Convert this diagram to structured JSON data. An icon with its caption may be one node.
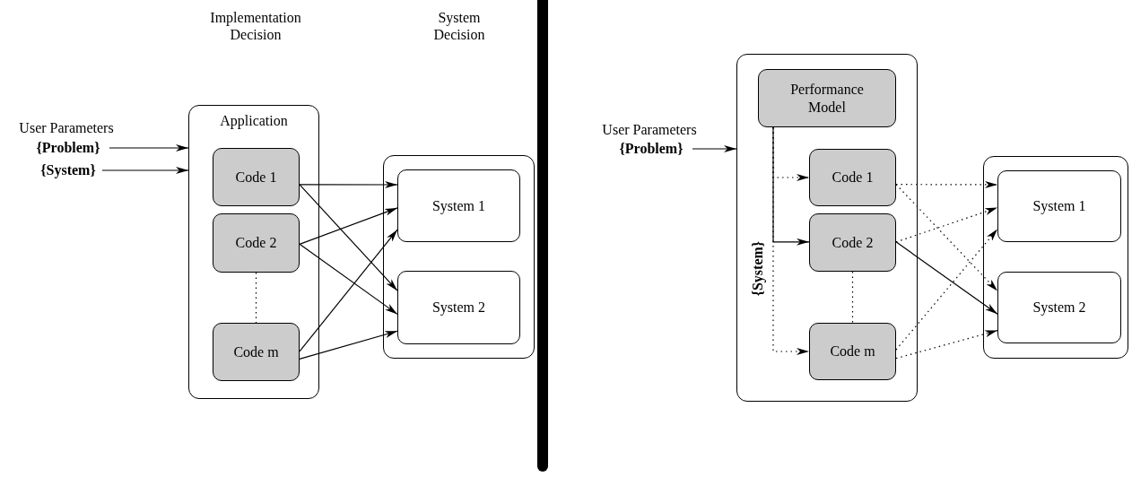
{
  "diagram": {
    "nodes": [
      {
        "text": [
          "{Problem}"
        ]
      },
      {
        "text": [
          "{System}"
        ]
      },
      {
        "text": [
          "Application"
        ]
      },
      {
        "text": [
          "Code 1"
        ],
        "in": 2
      },
      {
        "text": [
          "Code 2"
        ],
        "in": 2
      },
      {
        "text": [
          "Code m"
        ],
        "in": 2
      },
      {
        "text": [],
        "shape": "box"
      },
      {
        "text": [
          "System 1"
        ],
        "in": 6
      },
      {
        "text": [
          "System 2"
        ],
        "in": 6
      },
      {
        "text": [
          "{Problem}"
        ]
      },
      {
        "text": [],
        "shape": "box"
      },
      {
        "text": [
          "Performance Model"
        ],
        "in": 10
      },
      {
        "text": [
          "Code 1"
        ],
        "in": 10
      },
      {
        "text": [
          "Code 2"
        ],
        "in": 10
      },
      {
        "text": [
          "Code m"
        ],
        "in": 10
      },
      {
        "text": [],
        "shape": "box"
      },
      {
        "text": [
          "System 1"
        ],
        "in": 15
      },
      {
        "text": [
          "System 2"
        ],
        "in": 15
      }
    ],
    "edges": [
      {
        "from": 0,
        "to": 2,
        "arrow": "to"
      },
      {
        "from": 1,
        "to": 2,
        "arrow": "to"
      },
      {
        "from": 3,
        "to": 7,
        "arrow": "to"
      },
      {
        "from": 3,
        "to": 8,
        "arrow": "to"
      },
      {
        "from": 4,
        "to": 7,
        "arrow": "to"
      },
      {
        "from": 4,
        "to": 8,
        "arrow": "to"
      },
      {
        "from": 5,
        "to": 7,
        "arrow": "to"
      },
      {
        "from": 5,
        "to": 8,
        "arrow": "to"
      },
      {
        "from": 4,
        "to": 5,
        "arrow": "none",
        "style": "dashed"
      },
      {
        "from": 9,
        "to": 10,
        "arrow": "to"
      },
      {
        "from": 11,
        "to": 12,
        "arrow": "to",
        "style": "dashed"
      },
      {
        "from": 11,
        "to": 13,
        "arrow": "to"
      },
      {
        "from": 11,
        "to": 14,
        "arrow": "to",
        "style": "dashed"
      },
      {
        "from": 12,
        "to": 16,
        "arrow": "to",
        "style": "dashed"
      },
      {
        "from": 12,
        "to": 17,
        "arrow": "to",
        "style": "dashed"
      },
      {
        "from": 13,
        "to": 16,
        "arrow": "to",
        "style": "dashed"
      },
      {
        "from": 13,
        "to": 17,
        "arrow": "to"
      },
      {
        "from": 14,
        "to": 16,
        "arrow": "to",
        "style": "dashed"
      },
      {
        "from": 14,
        "to": 17,
        "arrow": "to",
        "style": "dashed"
      },
      {
        "from": 13,
        "to": 14,
        "arrow": "none",
        "style": "dashed"
      }
    ],
    "labels": [
      "Implementation Decision",
      "System Decision",
      "User Parameters",
      "User Parameters",
      "{System}"
    ]
  }
}
